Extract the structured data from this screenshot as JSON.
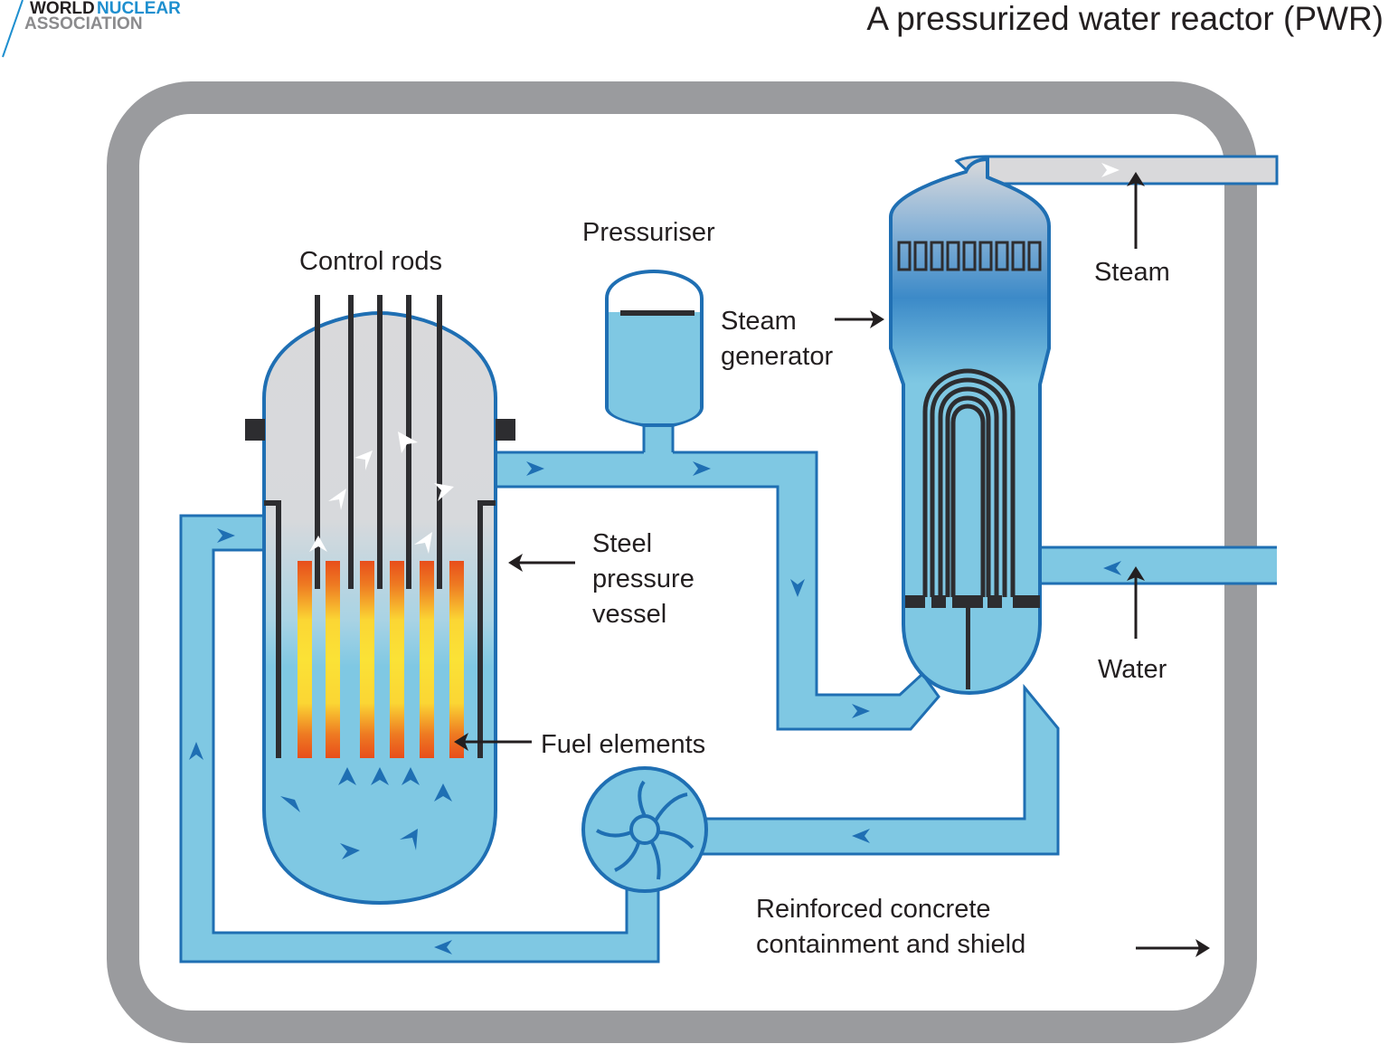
{
  "header": {
    "logo": {
      "line1_part1": "WORLD",
      "line1_part2": "NUCLEAR",
      "line2": "ASSOCIATION"
    },
    "title": "A pressurized water reactor (PWR)"
  },
  "labels": {
    "control_rods": "Control rods",
    "pressuriser": "Pressuriser",
    "steam_generator_1": "Steam",
    "steam_generator_2": "generator",
    "steam": "Steam",
    "steel_1": "Steel",
    "steel_2": "pressure",
    "steel_3": "vessel",
    "fuel_elements": "Fuel elements",
    "water": "Water",
    "containment_1": "Reinforced concrete",
    "containment_2": "containment and shield"
  },
  "colors": {
    "water": "#7fc8e3",
    "outline": "#1f6fb3",
    "rod": "#2d2d30",
    "containment": "#9a9b9e",
    "steam_gray": "#d9d9db",
    "fuel_hot": "#e84e1b",
    "fuel_core": "#fbe236",
    "logo_blue": "#1e8fcf",
    "logo_gray": "#8b8b8d"
  },
  "components": {
    "control_rod_count": 5,
    "fuel_element_count": 6,
    "sg_tube_bundle_count": 5,
    "pump_blade_count": 8
  }
}
